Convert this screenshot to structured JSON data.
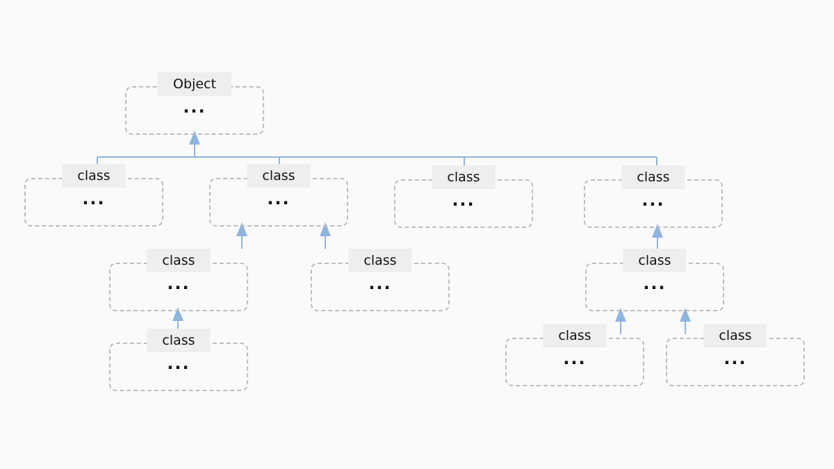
{
  "colors": {
    "connector": "#8fb4de",
    "border": "#bdbdbd",
    "label_bg": "#eeeeee"
  },
  "nodes": [
    {
      "id": "object",
      "label": "Object",
      "body": "..."
    },
    {
      "id": "c1",
      "label": "class",
      "body": "..."
    },
    {
      "id": "c2",
      "label": "class",
      "body": "..."
    },
    {
      "id": "c3",
      "label": "class",
      "body": "..."
    },
    {
      "id": "c4",
      "label": "class",
      "body": "..."
    },
    {
      "id": "c2a",
      "label": "class",
      "body": "..."
    },
    {
      "id": "c2b",
      "label": "class",
      "body": "..."
    },
    {
      "id": "c2a1",
      "label": "class",
      "body": "..."
    },
    {
      "id": "c4a",
      "label": "class",
      "body": "..."
    },
    {
      "id": "c4a1",
      "label": "class",
      "body": "..."
    },
    {
      "id": "c4a2",
      "label": "class",
      "body": "..."
    }
  ],
  "edges": [
    {
      "from": "c1",
      "to": "object"
    },
    {
      "from": "c2",
      "to": "object"
    },
    {
      "from": "c3",
      "to": "object"
    },
    {
      "from": "c4",
      "to": "object"
    },
    {
      "from": "c2a",
      "to": "c2"
    },
    {
      "from": "c2b",
      "to": "c2"
    },
    {
      "from": "c2a1",
      "to": "c2a"
    },
    {
      "from": "c4a",
      "to": "c4"
    },
    {
      "from": "c4a1",
      "to": "c4a"
    },
    {
      "from": "c4a2",
      "to": "c4a"
    }
  ]
}
